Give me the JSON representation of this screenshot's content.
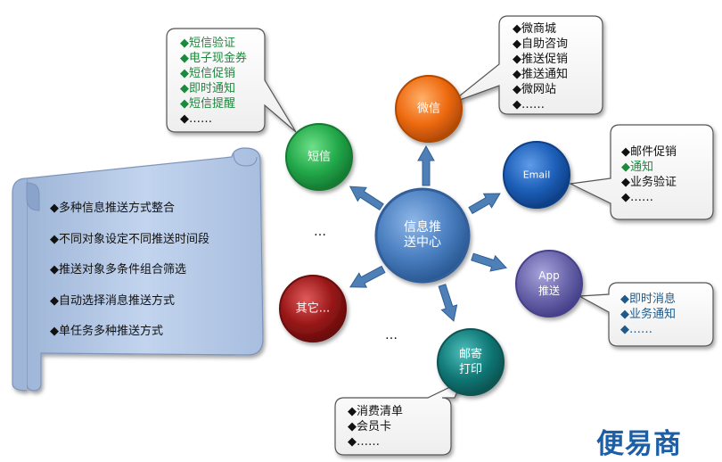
{
  "center": {
    "line1": "信息推",
    "line2": "送中心"
  },
  "nodes": {
    "sms": "短信",
    "wechat": "微信",
    "email": "Email",
    "app_line1": "App",
    "app_line2": "推送",
    "mail_line1": "邮寄",
    "mail_line2": "打印",
    "other": "其它..."
  },
  "callouts": {
    "sms": [
      "◆短信验证",
      "◆电子现金券",
      "◆短信促销",
      "◆即时通知",
      "◆短信提醒",
      "◆……"
    ],
    "wechat": [
      "◆微商城",
      "◆自助咨询",
      "◆推送促销",
      "◆推送通知",
      "◆微网站",
      "◆……"
    ],
    "email": [
      "◆邮件促销",
      "◆通知",
      "◆业务验证",
      "◆……"
    ],
    "app": [
      "◆即时消息",
      "◆业务通知",
      "◆……"
    ],
    "mail": [
      "◆消费清单",
      "◆会员卡",
      "◆……"
    ]
  },
  "scroll_items": [
    "◆多种信息推送方式整合",
    "◆不同对象设定不同推送时间段",
    "◆推送对象多条件组合筛选",
    "◆自动选择消息推送方式",
    "◆单任务多种推送方式"
  ],
  "ellipsis_left": "…",
  "ellipsis_bottom": "…",
  "brand": "便易商",
  "colors": {
    "center": "#4a7fc0",
    "sms": "#22a84a",
    "wechat": "#ee6a10",
    "email": "#1d5fb8",
    "app": "#6a65ab",
    "mail": "#127a78",
    "other": "#9a1818",
    "arrow": "#4e7fb6",
    "scroll": "#b4c8e6",
    "brand": "#1d5fa6"
  }
}
